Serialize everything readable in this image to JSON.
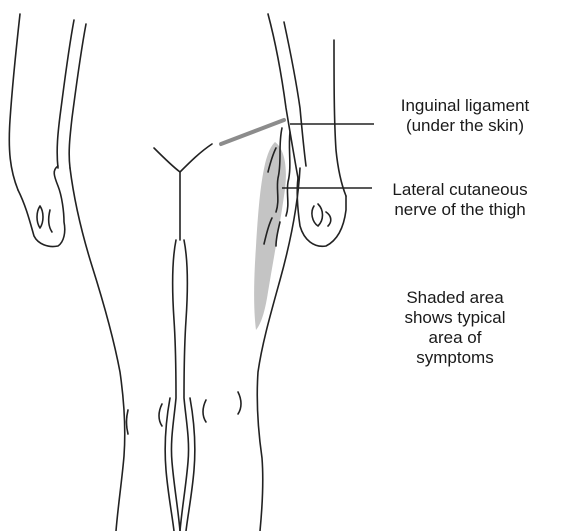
{
  "labels": {
    "inguinal_ligament": [
      "Inguinal ligament",
      "(under the skin)"
    ],
    "lateral_nerve": [
      "Lateral cutaneous",
      "nerve of the thigh"
    ],
    "shaded_note": [
      "Shaded area",
      "shows typical",
      "area of",
      "symptoms"
    ]
  },
  "colors": {
    "outline": "#222222",
    "ligament": "#8c8c8c",
    "shaded_area": "#c4c4c4",
    "leader_line": "#222222"
  }
}
